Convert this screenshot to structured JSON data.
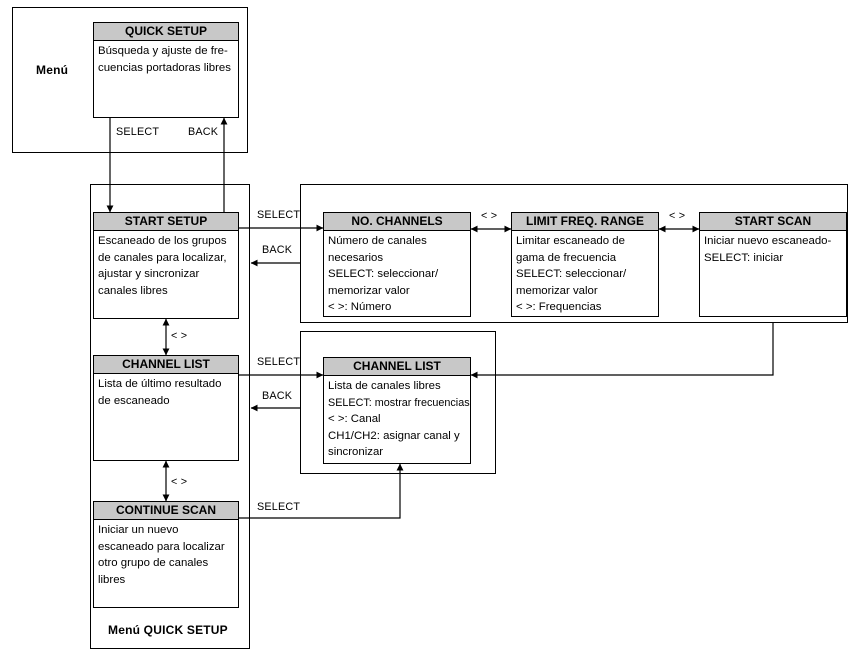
{
  "menu_label": "Menú",
  "quick_setup_menu_label": "Menú QUICK SETUP",
  "boxes": {
    "quick_setup": {
      "title": "QUICK SETUP",
      "lines": [
        "Búsqueda y ajuste de fre-",
        "cuencias portadoras libres"
      ]
    },
    "start_setup": {
      "title": "START SETUP",
      "lines": [
        "Escaneado de los grupos",
        "de canales para localizar,",
        "ajustar y sincronizar",
        "canales libres"
      ]
    },
    "channel_list_left": {
      "title": "CHANNEL LIST",
      "lines": [
        "Lista de último resultado",
        "de escaneado"
      ]
    },
    "continue_scan": {
      "title": "CONTINUE SCAN",
      "lines": [
        "Iniciar un nuevo",
        "escaneado para localizar",
        "otro grupo de canales",
        "libres"
      ]
    },
    "no_channels": {
      "title": "NO. CHANNELS",
      "lines": [
        "Número de canales",
        "necesarios",
        "SELECT: seleccionar/",
        "memorizar valor",
        "< >: Número"
      ]
    },
    "limit_freq_range": {
      "title": "LIMIT FREQ. RANGE",
      "lines": [
        "Limitar escaneado de",
        "gama de frecuencia",
        "SELECT: seleccionar/",
        "memorizar valor",
        "< >: Frequencias"
      ]
    },
    "start_scan": {
      "title": "START SCAN",
      "lines": [
        "Iniciar nuevo escaneado-",
        "SELECT: iniciar"
      ]
    },
    "channel_list_right": {
      "title": "CHANNEL LIST",
      "lines": [
        "Lista de canales libres",
        "SELECT: mostrar frecuencias",
        "< >: Canal",
        "CH1/CH2: asignar canal y",
        "sincronizar"
      ]
    }
  },
  "connector_labels": {
    "select_top": "SELECT",
    "back_top": "BACK",
    "select_start": "SELECT",
    "back_start": "BACK",
    "lr_1": "< >",
    "lr_2": "< >",
    "lr_3": "< >",
    "lr_4": "< >",
    "select_channel": "SELECT",
    "back_channel": "BACK",
    "select_continue": "SELECT"
  }
}
